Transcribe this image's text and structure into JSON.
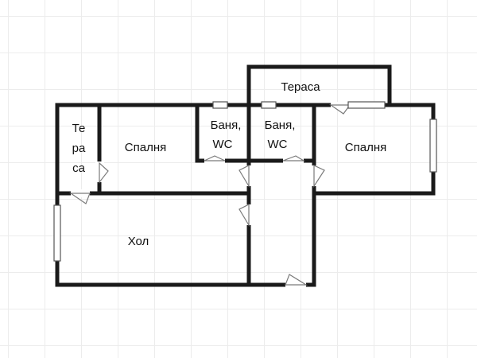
{
  "floor_plan": {
    "rooms": {
      "terrace_top": {
        "label": "Тераса"
      },
      "terrace_left": {
        "label_lines": [
          "Те",
          "ра",
          "са"
        ]
      },
      "bedroom_left": {
        "label": "Спалня"
      },
      "bathroom_1": {
        "label_lines": [
          "Баня,",
          "WC"
        ]
      },
      "bathroom_2": {
        "label_lines": [
          "Баня,",
          "WC"
        ]
      },
      "bedroom_right": {
        "label": "Спалня"
      },
      "hall": {
        "label": "Хол"
      }
    },
    "colors": {
      "wall": "#1a1a1a",
      "door": "#7a7a7a",
      "window": "#555555",
      "grid": "#ececec"
    }
  }
}
